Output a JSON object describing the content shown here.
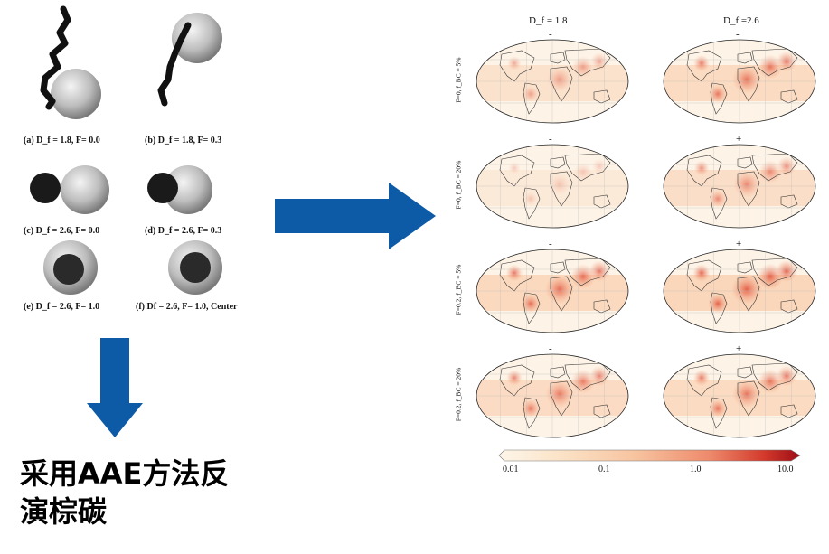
{
  "schematic": {
    "captions": [
      "(a) D_f = 1.8, F= 0.0",
      "(b) D_f = 1.8, F= 0.3",
      "(c) D_f = 2.6, F= 0.0",
      "(d) D_f = 2.6, F= 0.3",
      "(e) D_f = 2.6, F= 1.0",
      "(f) Df = 2.6, F= 1.0, Center"
    ]
  },
  "arrows": {
    "right_color": "#0d5ba6",
    "down_color": "#0d5ba6"
  },
  "bottom_text": {
    "line1": "采用AAE方法反",
    "line2": "演棕碳"
  },
  "maps": {
    "col_titles": [
      "D_f = 1.8",
      "D_f =2.6"
    ],
    "row_labels": [
      "F=0, f_BC = 5%",
      "F=0, f_BC = 20%",
      "F=0.2, f_BC = 5%",
      "F=0.2, f_BC = 20%"
    ],
    "signs": [
      [
        "-",
        "-"
      ],
      [
        "-",
        "+"
      ],
      [
        "-",
        "+"
      ],
      [
        "-",
        "+"
      ]
    ],
    "intensity": [
      [
        0.55,
        0.85
      ],
      [
        0.3,
        0.7
      ],
      [
        0.9,
        1.0
      ],
      [
        0.8,
        0.85
      ]
    ]
  },
  "colorbar": {
    "ticks": [
      "0.01",
      "0.1",
      "1.0",
      "10.0"
    ],
    "colors": [
      "#fdf6ea",
      "#fbe3c8",
      "#f7c4a0",
      "#ee8a6b",
      "#d33a2c",
      "#9d0d17"
    ]
  }
}
